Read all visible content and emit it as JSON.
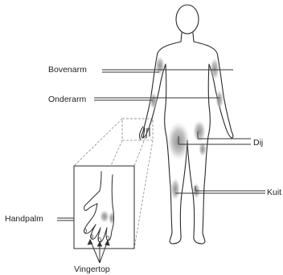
{
  "labels": {
    "upper_arm": "Bovenarm",
    "forearm": "Onderarm",
    "thigh": "Dij",
    "calf": "Kuit",
    "palm": "Handpalm",
    "fingertip": "Vingertop"
  },
  "colors": {
    "outline": "#2a2a2a",
    "shade": "#9a9a9a",
    "leader": "#333333",
    "dashed": "#8c8c8c",
    "background": "#ffffff"
  }
}
